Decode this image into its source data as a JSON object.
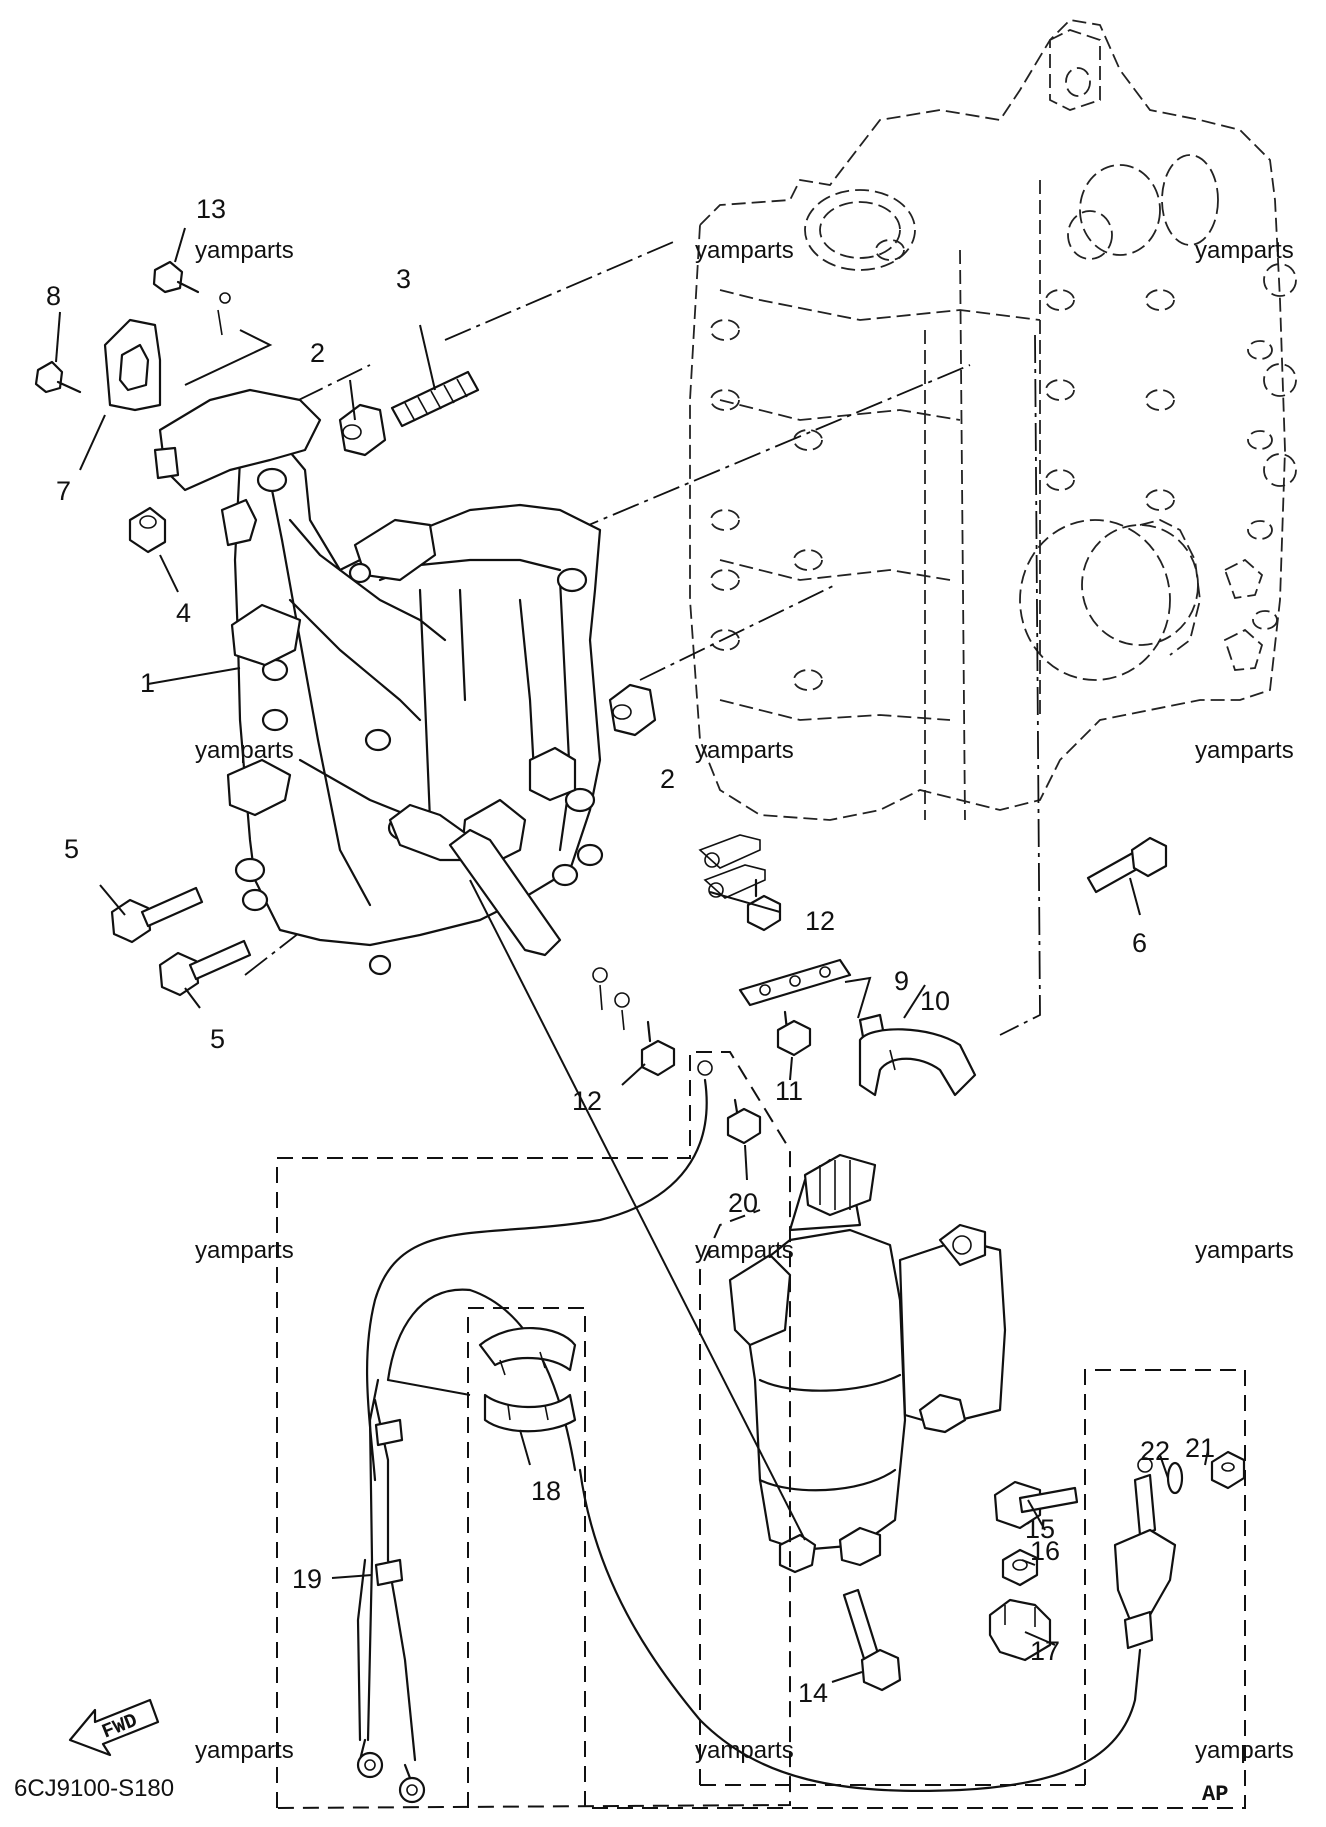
{
  "diagram": {
    "code": "6CJ9100-S180",
    "corner_mark": "AP",
    "direction_label": "FWD",
    "watermark": "yamparts",
    "watermark_count": 12,
    "parts": [
      {
        "id": "1",
        "label": "1"
      },
      {
        "id": "2a",
        "label": "2"
      },
      {
        "id": "2b",
        "label": "2"
      },
      {
        "id": "3",
        "label": "3"
      },
      {
        "id": "4",
        "label": "4"
      },
      {
        "id": "5a",
        "label": "5"
      },
      {
        "id": "5b",
        "label": "5"
      },
      {
        "id": "6",
        "label": "6"
      },
      {
        "id": "7",
        "label": "7"
      },
      {
        "id": "8",
        "label": "8"
      },
      {
        "id": "9",
        "label": "9"
      },
      {
        "id": "10",
        "label": "10"
      },
      {
        "id": "11",
        "label": "11"
      },
      {
        "id": "12a",
        "label": "12"
      },
      {
        "id": "12b",
        "label": "12"
      },
      {
        "id": "13",
        "label": "13"
      },
      {
        "id": "14",
        "label": "14"
      },
      {
        "id": "15",
        "label": "15"
      },
      {
        "id": "16",
        "label": "16"
      },
      {
        "id": "17",
        "label": "17"
      },
      {
        "id": "18",
        "label": "18"
      },
      {
        "id": "19",
        "label": "19"
      },
      {
        "id": "20",
        "label": "20"
      },
      {
        "id": "21",
        "label": "21"
      },
      {
        "id": "22",
        "label": "22"
      }
    ]
  }
}
